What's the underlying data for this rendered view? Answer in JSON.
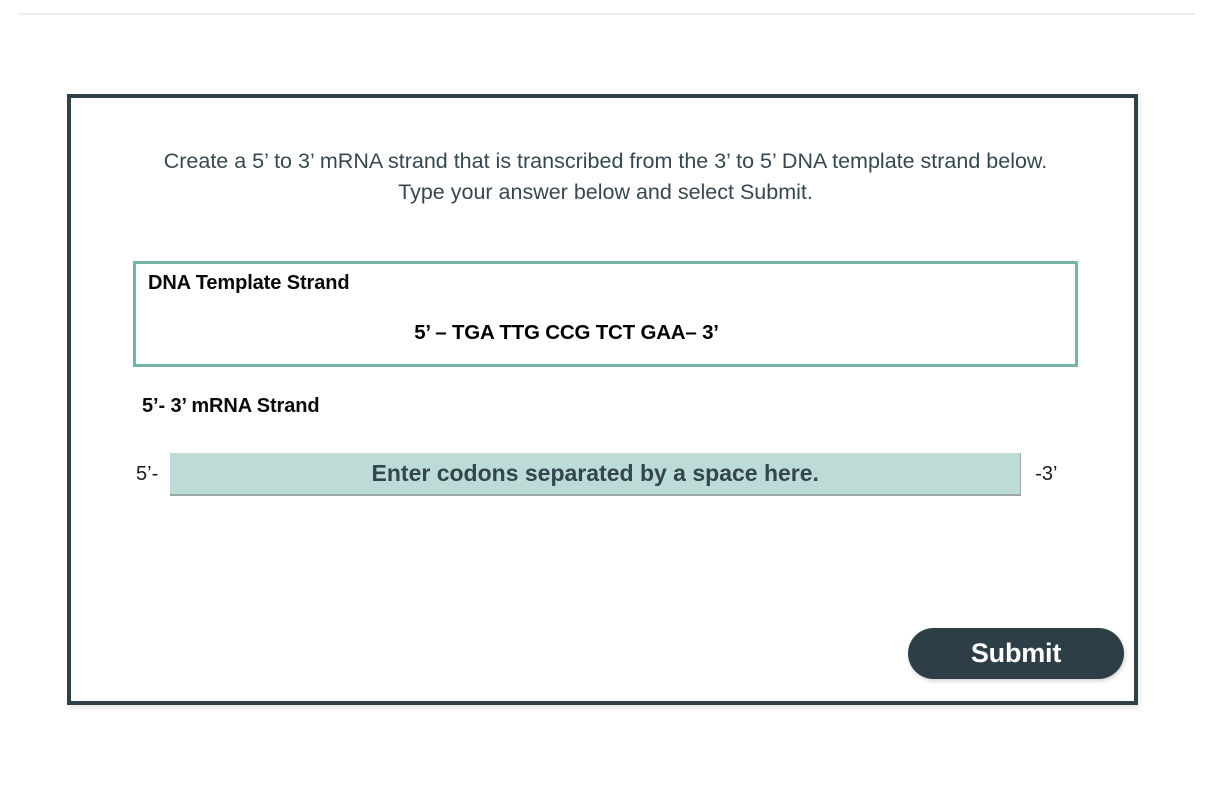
{
  "page": {
    "background_color": "#ffffff",
    "divider_color": "#eceef0"
  },
  "card": {
    "border_color": "#2f4048",
    "prompt_line_1": "Create a 5’ to 3’ mRNA strand that is transcribed from the 3’ to 5’ DNA template strand below.",
    "prompt_line_2": "Type your answer below and select Submit."
  },
  "dna_box": {
    "title": "DNA Template Strand",
    "sequence": "5’ – TGA TTG CCG TCT GAA– 3’",
    "border_color": "#74b5aa"
  },
  "mrna": {
    "label": "5’- 3’ mRNA Strand",
    "five_prime_label": "5’-",
    "three_prime_label": "-3’",
    "input_value": "",
    "input_placeholder": "Enter codons separated by a space here.",
    "input_fill_color": "#bedcd7"
  },
  "actions": {
    "submit_label": "Submit",
    "submit_color": "#2d3e46"
  }
}
